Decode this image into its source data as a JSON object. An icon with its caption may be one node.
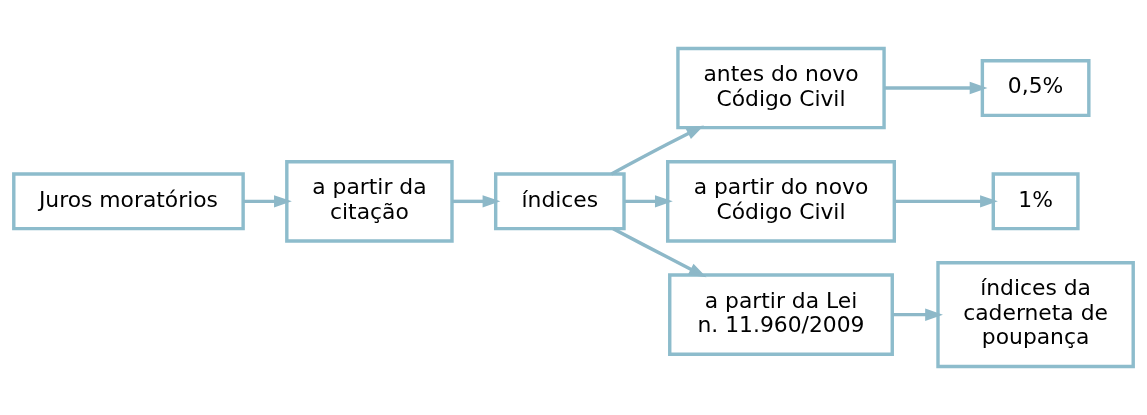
{
  "diagram": {
    "nodes": [
      {
        "text": [
          "Juros moratórios"
        ]
      },
      {
        "text": [
          "a partir da citação"
        ]
      },
      {
        "text": [
          "índices"
        ]
      },
      {
        "text": [
          "antes do novo Código Civil"
        ]
      },
      {
        "text": [
          "0,5%"
        ]
      },
      {
        "text": [
          "a partir do novo Código Civil"
        ]
      },
      {
        "text": [
          "1%"
        ]
      },
      {
        "text": [
          "a partir da Lei n. 11.960/2009"
        ]
      },
      {
        "text": [
          "índices da caderneta de poupança"
        ]
      }
    ],
    "edges": [
      {
        "from": 0,
        "to": 1,
        "arrow": "to"
      },
      {
        "from": 1,
        "to": 2,
        "arrow": "to"
      },
      {
        "from": 2,
        "to": 3,
        "arrow": "to"
      },
      {
        "from": 2,
        "to": 5,
        "arrow": "to"
      },
      {
        "from": 2,
        "to": 7,
        "arrow": "to"
      },
      {
        "from": 3,
        "to": 4,
        "arrow": "to"
      },
      {
        "from": 5,
        "to": 6,
        "arrow": "to"
      },
      {
        "from": 7,
        "to": 8,
        "arrow": "to"
      }
    ]
  }
}
